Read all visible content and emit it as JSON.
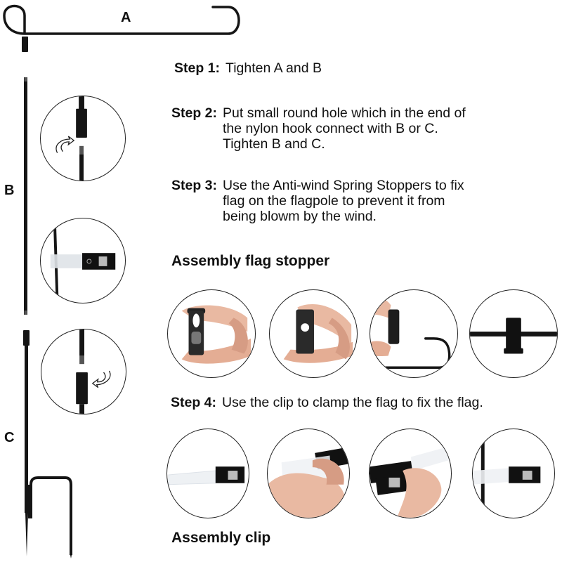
{
  "parts": {
    "a_label": "A",
    "b_label": "B",
    "c_label": "C"
  },
  "steps": [
    {
      "number": "Step 1:",
      "text": "Tighten A and B"
    },
    {
      "number": "Step 2:",
      "text": "Put small round hole which in the end of\nthe nylon hook connect with B or C.\nTighten B and C."
    },
    {
      "number": "Step 3:",
      "text": "Use the Anti-wind Spring Stoppers to fix\nflag on the flagpole to prevent it from\nbeing blowm by the wind."
    },
    {
      "number": "Step 4:",
      "text": "Use the clip to clamp the flag to fix the flag."
    }
  ],
  "sections": {
    "stopper_heading": "Assembly flag stopper",
    "clip_heading": "Assembly clip"
  },
  "icons": {
    "twist_arrow": "twist-arrow-icon",
    "stopper": "cord-stopper",
    "clip": "flag-clip"
  },
  "colors": {
    "pole": "#151515",
    "skin": "#e9b9a2",
    "skin_shadow": "#d69c84",
    "clip_strap": "#eef1f4",
    "outline": "#222222"
  }
}
